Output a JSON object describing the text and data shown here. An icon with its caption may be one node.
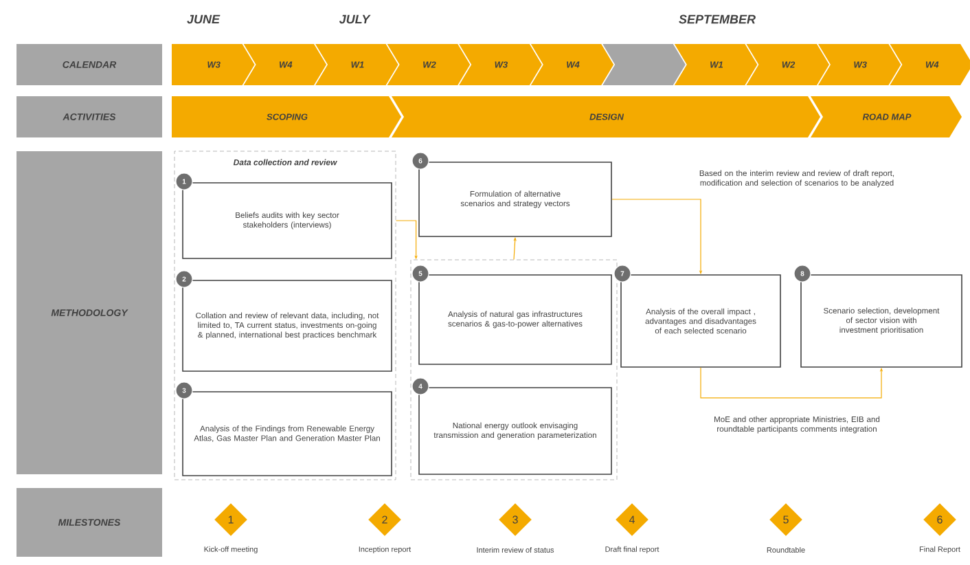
{
  "diagram": {
    "nodes": [
      {
        "text": [
          "CALENDAR"
        ]
      },
      {
        "text": [
          "W3"
        ]
      },
      {
        "text": [
          "W4"
        ]
      },
      {
        "text": [
          "W1"
        ]
      },
      {
        "text": [
          "W2"
        ]
      },
      {
        "text": [
          "W3"
        ]
      },
      {
        "text": [
          "W4"
        ]
      },
      {
        "text": [],
        "shape": "chevron"
      },
      {
        "text": [
          "W1"
        ]
      },
      {
        "text": [
          "W2"
        ]
      },
      {
        "text": [
          "W3"
        ]
      },
      {
        "text": [
          "W4"
        ]
      },
      {
        "text": [
          "ACTIVITIES"
        ]
      },
      {
        "text": [
          "SCOPING"
        ]
      },
      {
        "text": [
          "DESIGN"
        ]
      },
      {
        "text": [
          "ROAD MAP"
        ]
      },
      {
        "text": [
          "METHODOLOGY"
        ]
      },
      {
        "text": [
          "Data collection and review"
        ]
      },
      {
        "text": [
          "1",
          "Beliefs audits with key sector stakeholders (interviews)"
        ],
        "in": 17
      },
      {
        "text": [
          "2",
          "Collation and review of relevant data, including, not limited to, TA current status, investments on-going & planned, international best practices benchmark"
        ],
        "in": 17
      },
      {
        "text": [
          "3",
          "Analysis of the Findings from Renewable Energy Atlas, Gas Master Plan and Generation Master Plan"
        ],
        "in": 17
      },
      {
        "text": [],
        "shape": "box"
      },
      {
        "text": [
          "6",
          "Formulation of alternative scenarios and strategy vectors"
        ]
      },
      {
        "text": [
          "5",
          "Analysis of natural gas infrastructures scenarios & gas-to-power alternatives"
        ],
        "in": 21
      },
      {
        "text": [
          "4",
          "National energy outlook envisaging transmission and generation parameterization"
        ],
        "in": 21
      },
      {
        "text": [
          "7",
          "Analysis of the overall impact , advantages and disadvantages of each selected scenario"
        ]
      },
      {
        "text": [
          "8",
          "Scenario selection, development of sector vision with investment prioritisation"
        ]
      },
      {
        "text": [
          "MILESTONES"
        ]
      },
      {
        "text": [
          "1"
        ],
        "beside": [
          "Kick-off meeting"
        ]
      },
      {
        "text": [
          "2"
        ],
        "beside": [
          "Inception report"
        ]
      },
      {
        "text": [
          "3"
        ],
        "beside": [
          "Interim review of status"
        ]
      },
      {
        "text": [
          "4"
        ],
        "beside": [
          "Draft final report"
        ]
      },
      {
        "text": [
          "5"
        ],
        "beside": [
          "Roundtable"
        ]
      },
      {
        "text": [
          "6"
        ],
        "beside": [
          "Final Report"
        ]
      }
    ],
    "edges": [
      {
        "from": 17,
        "to": 21,
        "arrow": "to"
      },
      {
        "from": 21,
        "to": 22,
        "arrow": "to"
      },
      {
        "from": 22,
        "to": 25,
        "arrow": "to"
      },
      {
        "from": 25,
        "to": 26,
        "arrow": "to"
      }
    ],
    "labels": [
      "JUNE",
      "JULY",
      "SEPTEMBER",
      "Based on the interim review and review of draft report, modification and selection of scenarios to be analyzed",
      "MoE and other appropriate Ministries, EIB and roundtable participants comments integration"
    ]
  }
}
